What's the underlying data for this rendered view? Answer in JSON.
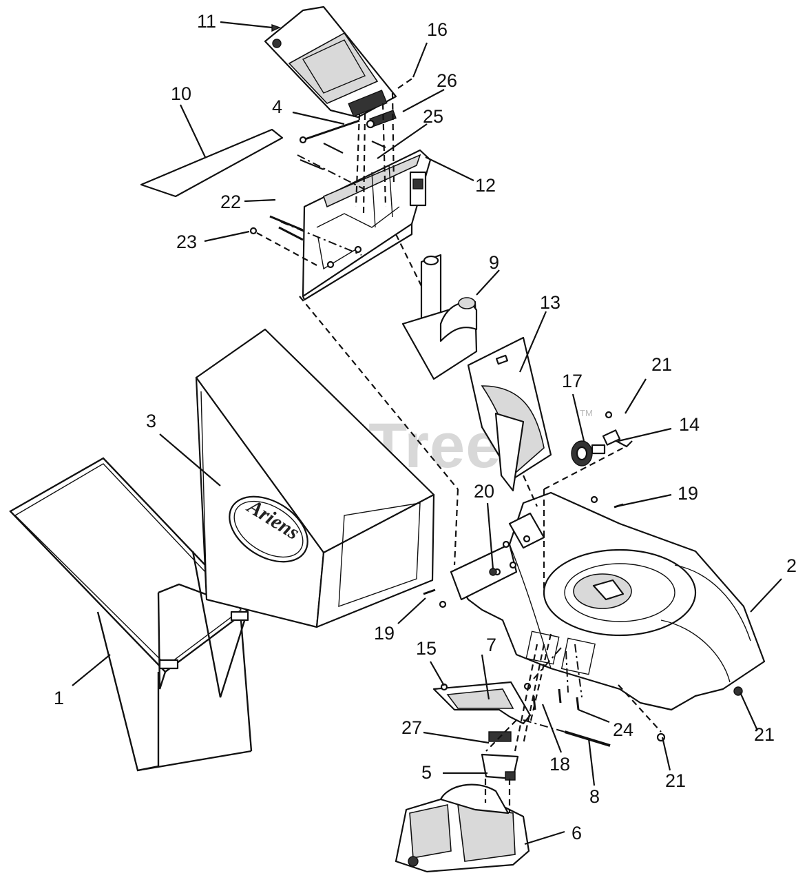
{
  "watermark": {
    "text": "PartsTree",
    "trademark": "TM"
  },
  "logo": {
    "text": "Ariens"
  },
  "callouts": {
    "c1": "1",
    "c2": "2",
    "c3": "3",
    "c4": "4",
    "c5": "5",
    "c6": "6",
    "c7": "7",
    "c8": "8",
    "c9": "9",
    "c10": "10",
    "c11": "11",
    "c12": "12",
    "c13": "13",
    "c14": "14",
    "c15": "15",
    "c16": "16",
    "c17": "17",
    "c18": "18",
    "c19a": "19",
    "c19b": "19",
    "c20": "20",
    "c21a": "21",
    "c21b": "21",
    "c21c": "21",
    "c22": "22",
    "c23": "23",
    "c24": "24",
    "c25": "25",
    "c26": "26",
    "c27": "27"
  }
}
